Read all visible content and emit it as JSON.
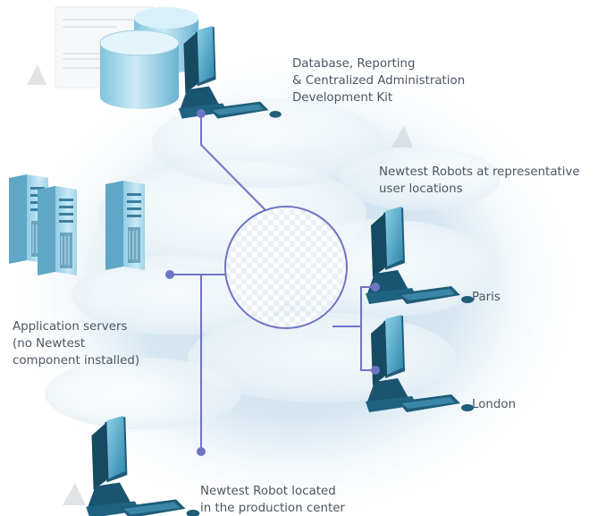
{
  "diagram": {
    "colors": {
      "connector": "#6f74c4",
      "node": "#6f74c4",
      "label_text": "#4c5660",
      "cloud_sky": "#c5dcea",
      "monitor_blue": "#5fb0cf",
      "monitor_dark": "#1f5d78",
      "server_blue": "#a7d6ea"
    },
    "labels": {
      "database": [
        "Database, Reporting",
        "& Centralized Administration",
        "Development Kit"
      ],
      "robots": [
        "Newtest Robots at representative",
        "user locations"
      ],
      "paris": "Paris",
      "london": "London",
      "app_servers": [
        "Application servers",
        "(no Newtest",
        "component installed)"
      ],
      "production": [
        "Newtest Robot located",
        "in the production center"
      ]
    },
    "icons": [
      "database-icon",
      "application-servers-icon",
      "monitor-icon",
      "network-hub-icon",
      "connection-node-icon"
    ]
  }
}
